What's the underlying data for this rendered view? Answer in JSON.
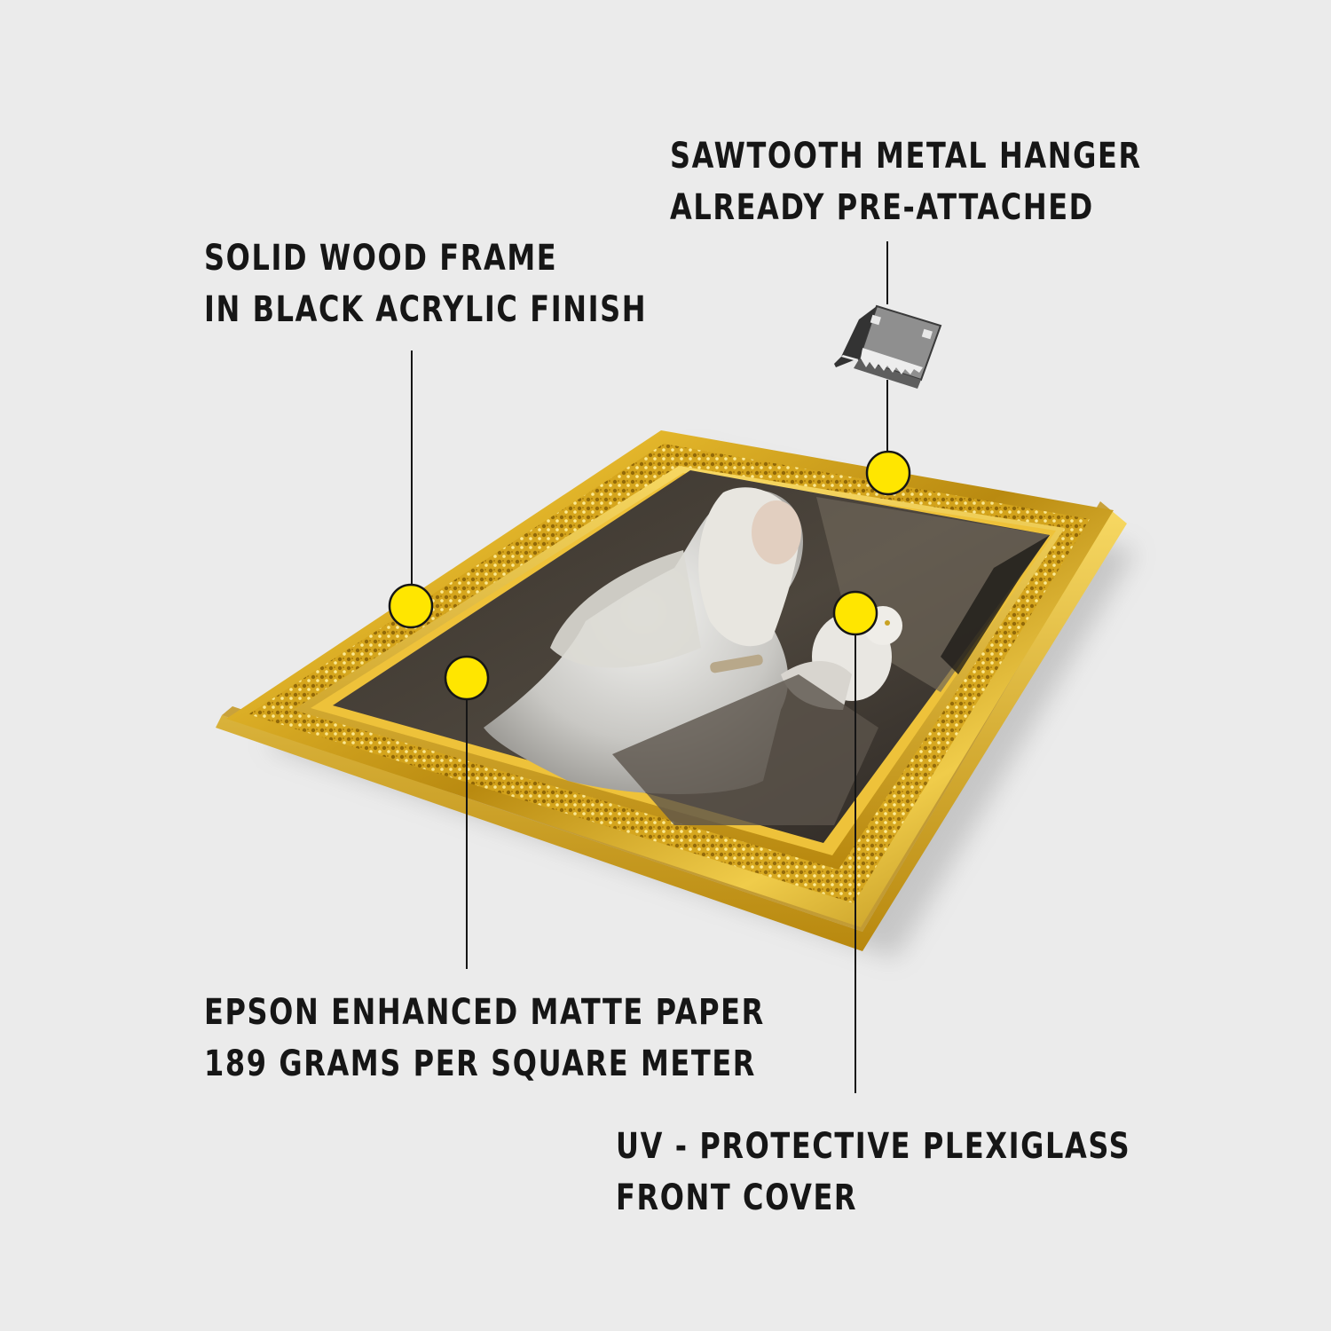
{
  "callouts": {
    "frame": {
      "line1": "SOLID WOOD FRAME",
      "line2": "IN BLACK ACRYLIC FINISH"
    },
    "hanger": {
      "line1": "SAWTOOTH METAL HANGER",
      "line2": "ALREADY PRE-ATTACHED"
    },
    "paper": {
      "line1": "EPSON ENHANCED MATTE PAPER",
      "line2": "189 GRAMS PER SQUARE METER"
    },
    "glass": {
      "line1": "UV - PROTECTIVE PLEXIGLASS",
      "line2": "FRONT COVER"
    }
  },
  "icons": [
    "sawtooth-hanger-icon",
    "callout-dot"
  ],
  "colors": {
    "background": "#ebebeb",
    "callout_dot": "#ffe600",
    "frame_gold": "#d9aa1e",
    "text": "#161616"
  }
}
